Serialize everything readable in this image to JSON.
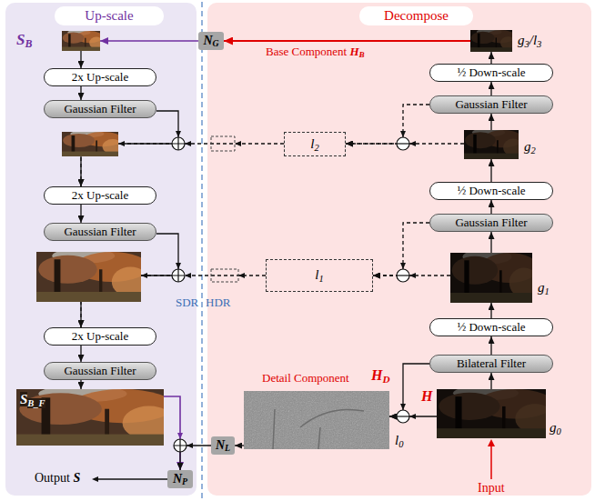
{
  "diagram": {
    "nodes": [
      {
        "text": [
          "Up-scale"
        ]
      },
      {
        "text": [
          "Decompose"
        ]
      },
      {
        "text": [
          "SB"
        ]
      },
      {
        "text": [
          "NG"
        ]
      },
      {
        "text": [
          "g3/l3"
        ]
      },
      {
        "text": [
          "2x Up-scale"
        ]
      },
      {
        "text": [
          "½ Down-scale"
        ]
      },
      {
        "text": [
          "Gaussian Filter"
        ]
      },
      {
        "text": [
          "Gaussian Filter"
        ]
      },
      {
        "text": [
          "l2"
        ]
      },
      {
        "text": [
          "g2"
        ]
      },
      {
        "text": [
          "2x Up-scale"
        ]
      },
      {
        "text": [
          "½ Down-scale"
        ]
      },
      {
        "text": [
          "Gaussian Filter"
        ]
      },
      {
        "text": [
          "Gaussian Filter"
        ]
      },
      {
        "text": [
          "l1"
        ]
      },
      {
        "text": [
          "g1"
        ]
      },
      {
        "text": [
          "2x Up-scale"
        ]
      },
      {
        "text": [
          "½ Down-scale"
        ]
      },
      {
        "text": [
          "Gaussian Filter"
        ]
      },
      {
        "text": [
          "Bilateral Filter"
        ]
      },
      {
        "text": [
          "Detail Component",
          "HD",
          "l0"
        ]
      },
      {
        "text": [
          "H",
          "g0"
        ]
      },
      {
        "text": [
          "SB_F"
        ]
      },
      {
        "text": [
          "NL"
        ]
      },
      {
        "text": [
          "NP"
        ]
      }
    ],
    "edges": [
      {
        "from": 4,
        "to": 3,
        "arrow": "to",
        "label": "Base Component HB"
      },
      {
        "from": 3,
        "to": 2,
        "arrow": "to"
      },
      {
        "from": 2,
        "to": 5,
        "arrow": "to"
      },
      {
        "from": 5,
        "to": 7,
        "arrow": "to"
      },
      {
        "from": 7,
        "to": 11,
        "arrow": "to"
      },
      {
        "from": 9,
        "to": 11,
        "arrow": "to"
      },
      {
        "from": 8,
        "to": 9,
        "arrow": "to"
      },
      {
        "from": 10,
        "to": 9,
        "arrow": "to"
      },
      {
        "from": 11,
        "to": 13,
        "arrow": "to"
      },
      {
        "from": 13,
        "to": 17,
        "arrow": "to"
      },
      {
        "from": 15,
        "to": 17,
        "arrow": "to"
      },
      {
        "from": 14,
        "to": 15,
        "arrow": "to"
      },
      {
        "from": 16,
        "to": 15,
        "arrow": "to"
      },
      {
        "from": 17,
        "to": 19,
        "arrow": "to"
      },
      {
        "from": 19,
        "to": 23,
        "arrow": "to"
      },
      {
        "from": 23,
        "to": 25,
        "arrow": "to"
      },
      {
        "from": 21,
        "to": 24,
        "arrow": "to"
      },
      {
        "from": 24,
        "to": 25,
        "arrow": "to"
      },
      {
        "from": 22,
        "to": 21,
        "arrow": "to"
      },
      {
        "from": 20,
        "to": 21,
        "arrow": "to"
      },
      {
        "from": 22,
        "to": 20,
        "arrow": "to"
      },
      {
        "from": 20,
        "to": 18,
        "arrow": "to"
      },
      {
        "from": 18,
        "to": 16,
        "arrow": "to"
      },
      {
        "from": 16,
        "to": 14,
        "arrow": "to"
      },
      {
        "from": 14,
        "to": 12,
        "arrow": "to"
      },
      {
        "from": 12,
        "to": 10,
        "arrow": "to"
      },
      {
        "from": 10,
        "to": 8,
        "arrow": "to"
      },
      {
        "from": 8,
        "to": 6,
        "arrow": "to"
      },
      {
        "from": 6,
        "to": 4,
        "arrow": "to"
      }
    ],
    "labels": [
      "SDR",
      "HDR",
      "Input",
      "Output S"
    ]
  }
}
